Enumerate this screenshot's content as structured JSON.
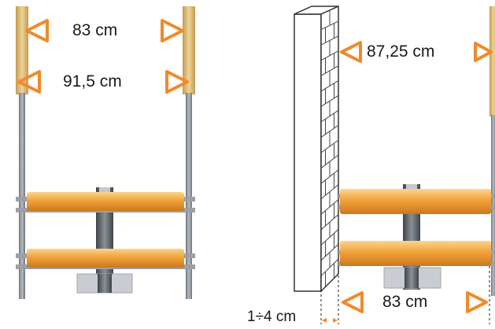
{
  "labels": {
    "left_top": "83 cm",
    "left_middle": "91,5 cm",
    "right_top": "87,25 cm",
    "right_bottom": "83 cm",
    "gap": "1÷4 cm"
  },
  "colors": {
    "arrow": "#f08a2a",
    "beam": "#f0a030",
    "post": "#8f949a",
    "upright_wood": "#d9b26a",
    "wall": "#ffffff"
  },
  "icons": [
    "arrow-left-icon",
    "arrow-right-icon",
    "brick-wall-icon"
  ]
}
